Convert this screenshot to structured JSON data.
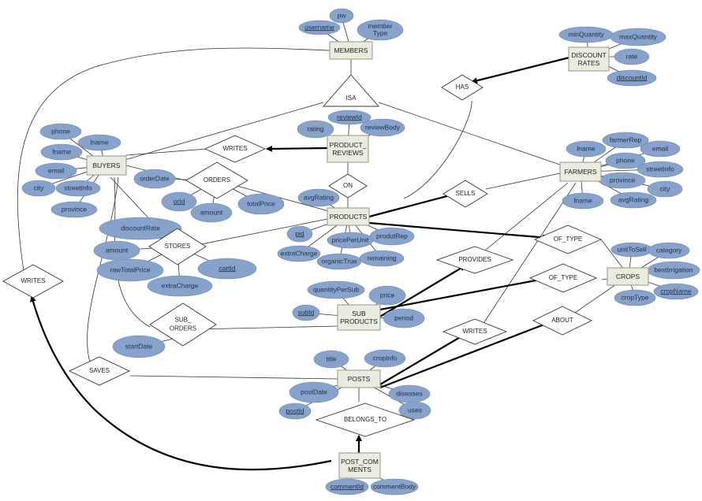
{
  "colors": {
    "attribute_fill": "#87a3cb",
    "key_attribute_fill": "#87a3cb",
    "entity_fill": "#ecebe0",
    "relationship_fill": "#ffffff",
    "line": "#333333"
  },
  "entities": [
    {
      "id": "members",
      "lines": [
        "MEMBERS"
      ]
    },
    {
      "id": "buyers",
      "lines": [
        "BUYERS"
      ]
    },
    {
      "id": "farmers",
      "lines": [
        "FARMERS"
      ]
    },
    {
      "id": "product_reviews",
      "lines": [
        "PRODUCT_",
        "REVIEWS"
      ]
    },
    {
      "id": "products",
      "lines": [
        "PRODUCTS"
      ]
    },
    {
      "id": "sub_products",
      "lines": [
        "SUB",
        "PRODUCTS"
      ]
    },
    {
      "id": "crops",
      "lines": [
        "CROPS"
      ]
    },
    {
      "id": "discount_rates",
      "lines": [
        "DISCOUNT",
        "RATES"
      ]
    },
    {
      "id": "posts",
      "lines": [
        "POSTS"
      ]
    },
    {
      "id": "post_comments",
      "lines": [
        "POST_COM",
        "MENTS"
      ]
    }
  ],
  "relationships": [
    {
      "id": "isa",
      "lines": [
        "ISA"
      ]
    },
    {
      "id": "has",
      "lines": [
        "HAS"
      ]
    },
    {
      "id": "writes_review",
      "lines": [
        "WRITES"
      ]
    },
    {
      "id": "orders",
      "lines": [
        "ORDERS"
      ]
    },
    {
      "id": "on",
      "lines": [
        "ON"
      ]
    },
    {
      "id": "sells",
      "lines": [
        "SELLS"
      ]
    },
    {
      "id": "of_type_products",
      "lines": [
        "OF_TYPE"
      ]
    },
    {
      "id": "provides",
      "lines": [
        "PROVIDES"
      ]
    },
    {
      "id": "of_type_sub",
      "lines": [
        "OF_TYPE"
      ]
    },
    {
      "id": "stores",
      "lines": [
        "STORES"
      ]
    },
    {
      "id": "sub_orders",
      "lines": [
        "SUB_",
        "ORDERS"
      ]
    },
    {
      "id": "writes_post",
      "lines": [
        "WRITES"
      ]
    },
    {
      "id": "about",
      "lines": [
        "ABOUT"
      ]
    },
    {
      "id": "writes_comment",
      "lines": [
        "WRITES"
      ]
    },
    {
      "id": "saves",
      "lines": [
        "SAVES"
      ]
    },
    {
      "id": "belongs_to",
      "lines": [
        "BELONGS_TO"
      ]
    }
  ],
  "attributes": [
    {
      "id": "username",
      "text": "username",
      "key": true
    },
    {
      "id": "pw",
      "text": "pw",
      "key": false
    },
    {
      "id": "memberType",
      "lines": [
        "member",
        "Type"
      ],
      "key": false
    },
    {
      "id": "minQuantity",
      "text": "minQuantity",
      "key": false
    },
    {
      "id": "maxQuantity",
      "text": "maxQuantity",
      "key": false
    },
    {
      "id": "rate",
      "text": "rate",
      "key": false
    },
    {
      "id": "discountId",
      "text": "discountId",
      "key": true
    },
    {
      "id": "phone_b",
      "text": "phone",
      "key": false
    },
    {
      "id": "lname_b",
      "text": "lname",
      "key": false
    },
    {
      "id": "fname_b",
      "text": "fname",
      "key": false
    },
    {
      "id": "email_b",
      "text": "email",
      "key": false
    },
    {
      "id": "city_b",
      "text": "city",
      "key": false
    },
    {
      "id": "streetInfo_b",
      "text": "streetInfo",
      "key": false
    },
    {
      "id": "province_b",
      "text": "province",
      "key": false
    },
    {
      "id": "reviewId",
      "text": "reviewId",
      "key": true
    },
    {
      "id": "rating",
      "text": "rating",
      "key": false
    },
    {
      "id": "reviewBody",
      "text": "reviewBody",
      "key": false
    },
    {
      "id": "lname_f",
      "text": "lname",
      "key": false
    },
    {
      "id": "farmerRep",
      "text": "farmerRep",
      "key": false
    },
    {
      "id": "email_f",
      "text": "email",
      "key": false
    },
    {
      "id": "phone_f",
      "text": "phone",
      "key": false
    },
    {
      "id": "streetInfo_f",
      "text": "streetInfo",
      "key": false
    },
    {
      "id": "province_f",
      "text": "province",
      "key": false
    },
    {
      "id": "city_f",
      "text": "city",
      "key": false
    },
    {
      "id": "fname_f",
      "text": "fname",
      "key": false
    },
    {
      "id": "avgRating_f",
      "text": "avgRating",
      "key": false
    },
    {
      "id": "orderDate",
      "text": "orderDate",
      "key": false
    },
    {
      "id": "orId",
      "text": "orId",
      "key": true
    },
    {
      "id": "amount_o",
      "text": "amount",
      "key": false
    },
    {
      "id": "totalPrice",
      "text": "totalPrice",
      "key": false
    },
    {
      "id": "avgRating_p",
      "text": "avgRating",
      "key": false
    },
    {
      "id": "pid",
      "text": "pid",
      "key": true
    },
    {
      "id": "pricePerUnit",
      "text": "pricePerUnit",
      "key": false
    },
    {
      "id": "produtRep",
      "text": "produtRep",
      "key": false
    },
    {
      "id": "extraCharge_p",
      "text": "extraCharge",
      "key": false
    },
    {
      "id": "organicTrue",
      "text": "organicTrue",
      "key": false
    },
    {
      "id": "remaining",
      "text": "remaining",
      "key": false
    },
    {
      "id": "discountRate",
      "text": "discountRate",
      "key": false
    },
    {
      "id": "amount_s",
      "text": "amount",
      "key": false
    },
    {
      "id": "rawTotalPrice",
      "text": "rawTotalPrice",
      "key": false
    },
    {
      "id": "cartId",
      "text": "cartId",
      "key": true
    },
    {
      "id": "extraCharge_s",
      "text": "extraCharge",
      "key": false
    },
    {
      "id": "unitToSell",
      "text": "unitToSell",
      "key": false
    },
    {
      "id": "category",
      "text": "category",
      "key": false
    },
    {
      "id": "bestIrrigation",
      "text": "bestIrrigation",
      "key": false
    },
    {
      "id": "cropType",
      "text": "cropType",
      "key": false
    },
    {
      "id": "cropName",
      "text": "cropName",
      "key": true
    },
    {
      "id": "quantityPerSub",
      "text": "quantityPerSub",
      "key": false
    },
    {
      "id": "price",
      "text": "price",
      "key": false
    },
    {
      "id": "subId",
      "text": "subId",
      "key": true
    },
    {
      "id": "period",
      "text": "period",
      "key": false
    },
    {
      "id": "startDate",
      "text": "startDate",
      "key": false
    },
    {
      "id": "title",
      "text": "title",
      "key": false
    },
    {
      "id": "cropInfo",
      "text": "cropInfo",
      "key": false
    },
    {
      "id": "postDate",
      "text": "postDate",
      "key": false
    },
    {
      "id": "postId",
      "text": "postId",
      "key": true
    },
    {
      "id": "diseases",
      "text": "diseases",
      "key": false
    },
    {
      "id": "uses",
      "text": "uses",
      "key": false
    },
    {
      "id": "commentId",
      "text": "commentId",
      "key": true
    },
    {
      "id": "commentBody",
      "text": "commentBody",
      "key": false
    }
  ]
}
